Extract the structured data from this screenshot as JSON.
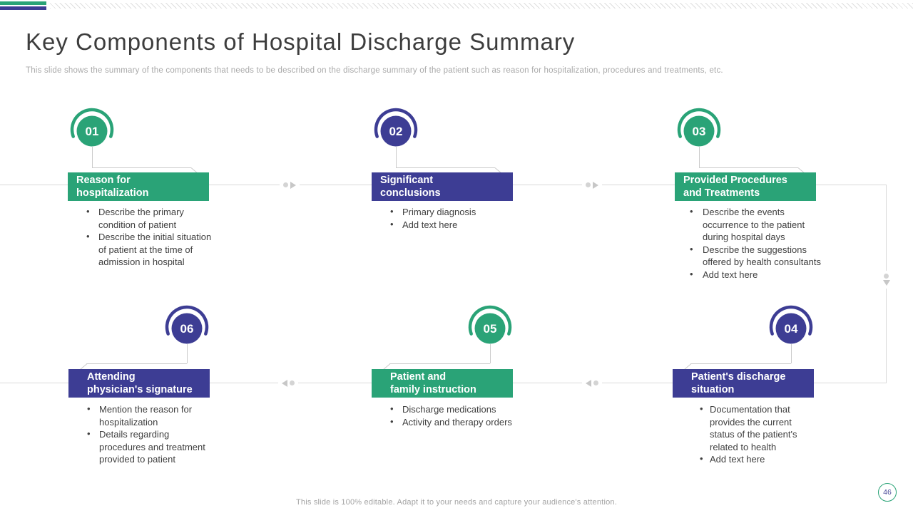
{
  "slide": {
    "title": "Key Components of Hospital Discharge Summary",
    "subtitle": "This slide shows the summary of the components that needs to be described on the discharge summary of the patient such as reason for hospitalization, procedures and treatments, etc.",
    "footer": "This slide is 100% editable. Adapt it to your needs and capture your audience's attention.",
    "page_number": "46"
  },
  "colors": {
    "green_accent": "#2AA377",
    "purple_accent": "#3D3D94",
    "timeline_gray": "#DADADA",
    "body_text": "#3F3F3F",
    "muted_text": "#A9A9A9"
  },
  "items": [
    {
      "number": "01",
      "accent": "green",
      "title": "Reason for\nhospitalization",
      "bullets": [
        "Describe the primary\ncondition of patient",
        "Describe the initial situation\nof patient at the time of\nadmission in hospital"
      ]
    },
    {
      "number": "02",
      "accent": "purple",
      "title": "Significant\nconclusions",
      "bullets": [
        "Primary diagnosis",
        "Add text here"
      ]
    },
    {
      "number": "03",
      "accent": "green",
      "title": "Provided Procedures\nand Treatments",
      "bullets": [
        "Describe the events\noccurrence to the patient\nduring hospital days",
        "Describe the suggestions\noffered by health consultants",
        "Add text here"
      ]
    },
    {
      "number": "06",
      "accent": "purple",
      "title": "Attending\nphysician's signature",
      "bullets": [
        "Mention the reason for\nhospitalization",
        "Details regarding\nprocedures and treatment\nprovided to patient"
      ]
    },
    {
      "number": "05",
      "accent": "green",
      "title": "Patient and\nfamily instruction",
      "bullets": [
        "Discharge medications",
        "Activity and therapy orders"
      ]
    },
    {
      "number": "04",
      "accent": "purple",
      "title": "Patient's discharge\nsituation",
      "bullets": [
        "Documentation that\nprovides the current\nstatus of the patient's\nrelated to health",
        "Add text here"
      ]
    }
  ]
}
